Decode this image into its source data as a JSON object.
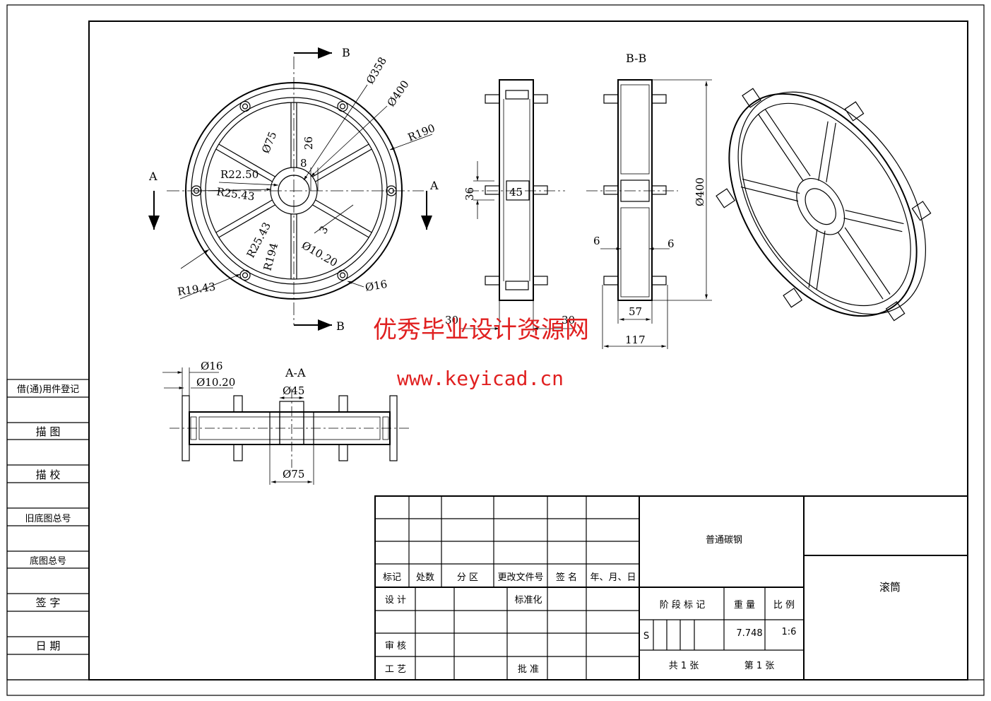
{
  "views": {
    "front": {
      "section_marks": {
        "b_top": "B",
        "b_bottom": "B",
        "a_left": "A",
        "a_right": "A"
      },
      "dims": {
        "d358": "Ø358",
        "d400": "Ø400",
        "r190": "R190",
        "d75": "Ø75",
        "v26": "26",
        "v8": "8",
        "r2250": "R22.50",
        "r2543a": "R25.43",
        "r2543b": "R25.43",
        "r194": "R194",
        "r1943": "R19.43",
        "v3": "3",
        "d1020": "Ø10.20",
        "d16": "Ø16"
      }
    },
    "side": {
      "dims": {
        "v36": "36",
        "v45": "45",
        "v30a": "30",
        "v30b": "30"
      }
    },
    "section_bb": {
      "title": "B-B",
      "dims": {
        "d400": "Ø400",
        "v6a": "6",
        "v6b": "6",
        "v57": "57",
        "v117": "117"
      }
    },
    "section_aa": {
      "title": "A-A",
      "dims": {
        "d16": "Ø16",
        "d1020": "Ø10.20",
        "d45": "Ø45",
        "d75": "Ø75"
      }
    }
  },
  "watermark": {
    "line1": "优秀毕业设计资源网",
    "line2": "www.keyicad.cn"
  },
  "left_panel": {
    "rows": [
      "借(通)用件登记",
      "描  图",
      "描  校",
      "旧底图总号",
      "底图总号",
      "签  字",
      "日  期"
    ]
  },
  "title_block": {
    "revision_headers": [
      "标记",
      "处数",
      "分 区",
      "更改文件号",
      "签 名",
      "年、月、日"
    ],
    "roles": {
      "design": "设 计",
      "standard": "标准化",
      "review": "审 核",
      "process": "工 艺",
      "approve": "批 准"
    },
    "material": "普通碳钢",
    "stage_label": "阶 段 标 记",
    "weight_label": "重 量",
    "scale_label": "比 例",
    "stage_value": "S",
    "weight_value": "7.748",
    "scale_value": "1:6",
    "sheets_total": "共 1 张",
    "sheet_no": "第 1 张",
    "part_name": "滚筒"
  }
}
